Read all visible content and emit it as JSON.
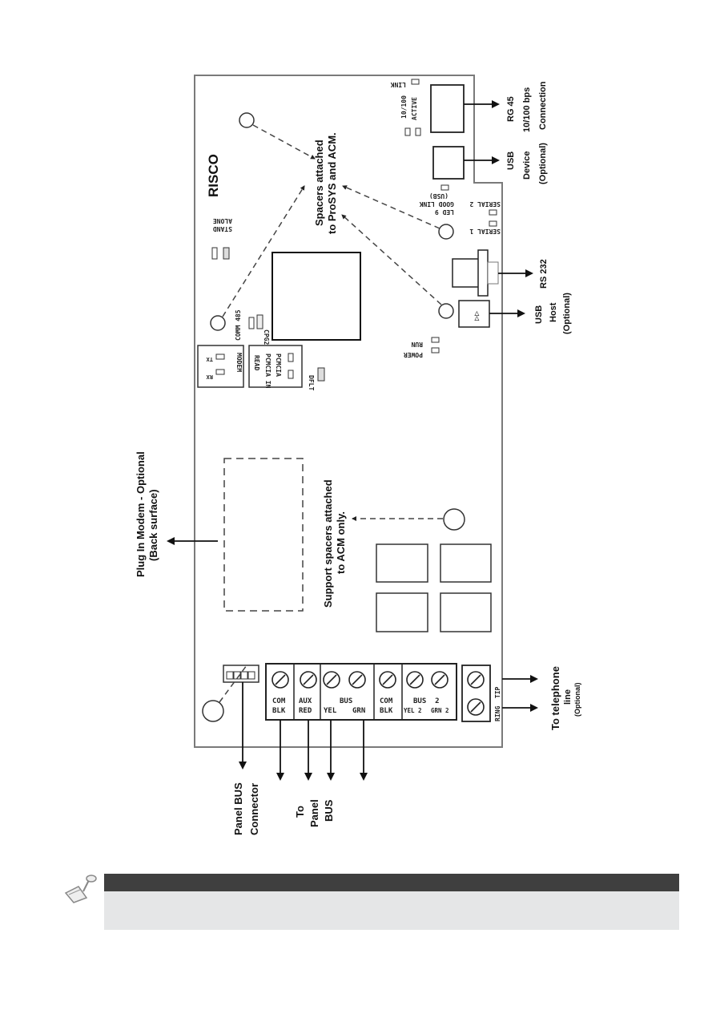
{
  "diagram": {
    "brand": "RISCO",
    "callouts": {
      "spacers_top": [
        "Spacers attached",
        "to ProSYS and ACM."
      ],
      "spacers_support": [
        "Support spacers attached",
        "to  ACM only."
      ],
      "plug_in_modem": [
        "Plug In Modem - Optional",
        "(Back surface)"
      ],
      "rj45": [
        "RG 45",
        "10/100 bps",
        "Connection"
      ],
      "usb_device": [
        "USB",
        "Device",
        "(Optional)"
      ],
      "rs232": "RS 232",
      "usb_host": [
        "USB",
        "Host",
        "(Optional)"
      ],
      "telephone": [
        "To telephone",
        "line",
        "(Optional)"
      ],
      "panel_bus_connector": [
        "Panel BUS",
        "Connector"
      ],
      "to_panel_bus": [
        "To",
        "Panel",
        "BUS"
      ]
    },
    "board_labels": {
      "link": "LINK",
      "ten_100": "10/100",
      "active": "ACTIVE",
      "usb": "(USB)",
      "good_link": "GOOD LINK",
      "led9": "LED 9",
      "serial2": "SERIAL 2",
      "serial1": "SERIAL 1",
      "stand_alone": [
        "STAND",
        "ALONE"
      ],
      "comm485": "COMM 485",
      "cpg2": "CPG2",
      "modem": "MODEM",
      "tx": "TX",
      "rx": "RX",
      "pcmcia_read": "READ",
      "pcmcia_in": "PCMCIA IN",
      "pcmcia": "PCMCIA",
      "dflt": "DFLT",
      "power": "POWER",
      "run": "RUN"
    },
    "terminals": [
      {
        "top": "COM",
        "bottom": "BLK",
        "screws": 1
      },
      {
        "top": "AUX",
        "bottom": "RED",
        "screws": 1
      },
      {
        "top": "BUS",
        "bottom_left": "YEL",
        "bottom_right": "GRN",
        "screws": 2
      },
      {
        "top": "COM",
        "bottom": "BLK",
        "screws": 1
      },
      {
        "top": "BUS  2",
        "bottom_left": "YEL 2",
        "bottom_right": "GRN 2",
        "screws": 2
      }
    ],
    "phone_terminal": {
      "labels": "RING  TIP"
    }
  },
  "note": {
    "icon": "note-pen-icon",
    "text": ""
  }
}
